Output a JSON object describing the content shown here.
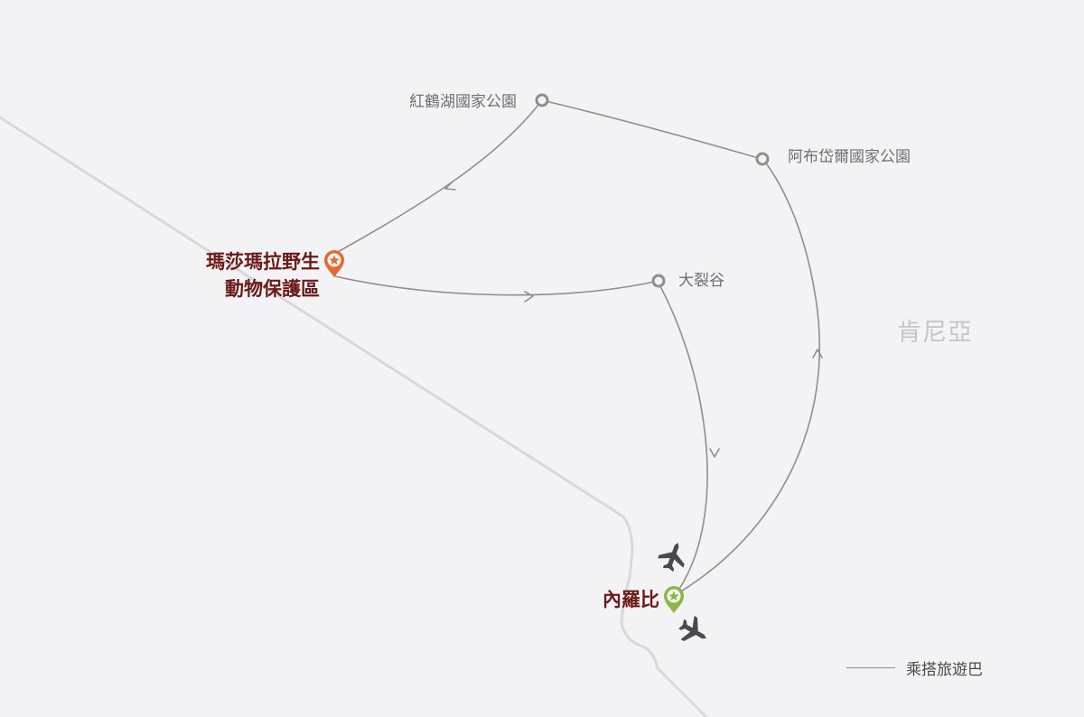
{
  "map": {
    "country": "肯尼亞",
    "places": {
      "flamingo_lake": "紅鶴湖國家公園",
      "aberdare": "阿布岱爾國家公園",
      "rift_valley": "大裂谷",
      "masai_mara_line1": "瑪莎瑪拉野生",
      "masai_mara_line2": "動物保護區",
      "nairobi": "內羅比"
    },
    "legend": {
      "bus_label": "乘搭旅遊巴"
    },
    "colors": {
      "background": "#f3f3f6",
      "route": "#8e8e93",
      "border": "#d7d7dd",
      "masai_mara_pin": "#e36c2f",
      "nairobi_pin": "#8ab840",
      "highlight_text": "#6b1b17",
      "plane": "#4a4a4e"
    },
    "icons": [
      "star-pin-icon",
      "plane-icon",
      "waypoint-circle-icon",
      "route-arrow-icon"
    ]
  }
}
